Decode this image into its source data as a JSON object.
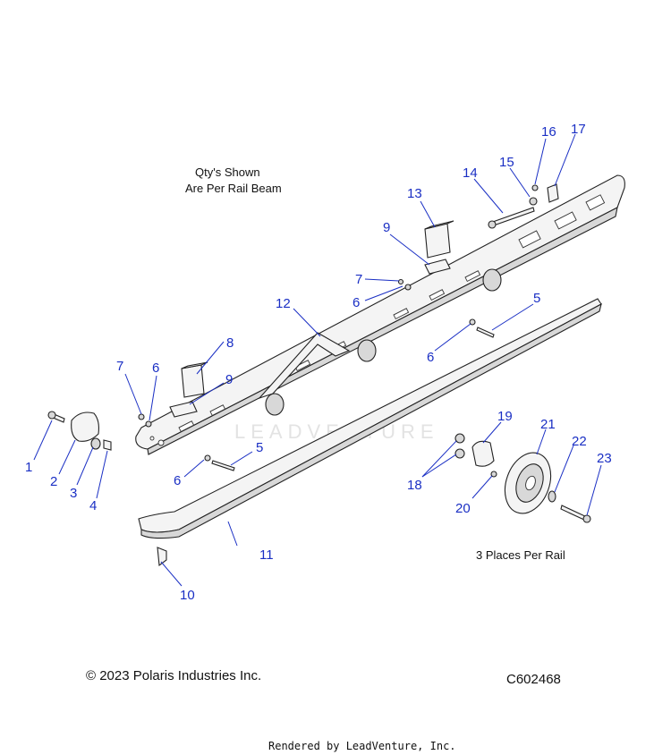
{
  "notes": {
    "qty_line1": "Qty's Shown",
    "qty_line2": "Are Per Rail Beam",
    "places": "3 Places Per Rail"
  },
  "copyright": "© 2023 Polaris Industries Inc.",
  "figure_id": "C602468",
  "watermark": "LEADVENTURE",
  "footer": "Rendered by LeadVenture, Inc.",
  "callouts": [
    {
      "id": "c1",
      "label": "1"
    },
    {
      "id": "c2",
      "label": "2"
    },
    {
      "id": "c3",
      "label": "3"
    },
    {
      "id": "c4",
      "label": "4"
    },
    {
      "id": "c5a",
      "label": "5"
    },
    {
      "id": "c5b",
      "label": "5"
    },
    {
      "id": "c6a",
      "label": "6"
    },
    {
      "id": "c6b",
      "label": "6"
    },
    {
      "id": "c6c",
      "label": "6"
    },
    {
      "id": "c6d",
      "label": "6"
    },
    {
      "id": "c7a",
      "label": "7"
    },
    {
      "id": "c7b",
      "label": "7"
    },
    {
      "id": "c8",
      "label": "8"
    },
    {
      "id": "c9a",
      "label": "9"
    },
    {
      "id": "c9b",
      "label": "9"
    },
    {
      "id": "c10",
      "label": "10"
    },
    {
      "id": "c11",
      "label": "11"
    },
    {
      "id": "c12",
      "label": "12"
    },
    {
      "id": "c13",
      "label": "13"
    },
    {
      "id": "c14",
      "label": "14"
    },
    {
      "id": "c15",
      "label": "15"
    },
    {
      "id": "c16",
      "label": "16"
    },
    {
      "id": "c17",
      "label": "17"
    },
    {
      "id": "c18",
      "label": "18"
    },
    {
      "id": "c19",
      "label": "19"
    },
    {
      "id": "c20",
      "label": "20"
    },
    {
      "id": "c21",
      "label": "21"
    },
    {
      "id": "c22",
      "label": "22"
    },
    {
      "id": "c23",
      "label": "23"
    }
  ]
}
